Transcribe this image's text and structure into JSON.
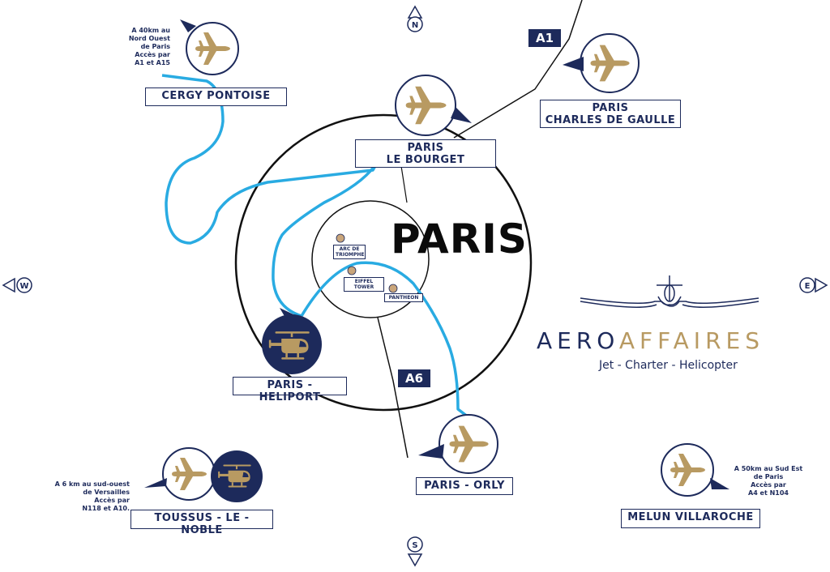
{
  "compass": {
    "n": "N",
    "s": "S",
    "e": "E",
    "w": "W"
  },
  "city": {
    "name": "PARIS"
  },
  "landmarks": [
    {
      "label": "ARC DE TRIOMPHE"
    },
    {
      "label": "EIFFEL TOWER"
    },
    {
      "label": "PANTHEON"
    }
  ],
  "roads": {
    "a1": "A1",
    "a6": "A6"
  },
  "airports": {
    "cergy": {
      "name": "CERGY PONTOISE",
      "note": [
        "A 40km au",
        "Nord Ouest",
        "de Paris",
        "Accès par",
        "A1 et A15"
      ]
    },
    "cdg": {
      "line1": "PARIS",
      "line2": "CHARLES DE GAULLE"
    },
    "bourget": {
      "line1": "PARIS",
      "line2": "LE BOURGET"
    },
    "heliport": {
      "name": "PARIS - HELIPORT"
    },
    "orly": {
      "name": "PARIS - ORLY"
    },
    "toussus": {
      "name": "TOUSSUS - LE - NOBLE",
      "note": [
        "A 6 km au sud-ouest",
        "de Versailles",
        "Accès par",
        "N118 et A10."
      ]
    },
    "melun": {
      "name": "MELUN VILLAROCHE",
      "note": [
        "A 50km au Sud Est",
        "de Paris",
        "Accès par",
        "A4 et N104"
      ]
    }
  },
  "brand": {
    "part1": "AERO",
    "part2": "AFFAIRES",
    "tagline": "Jet - Charter - Helicopter"
  },
  "colors": {
    "navy": "#1d2a5b",
    "gold": "#b89a62",
    "river": "#29abe2"
  }
}
